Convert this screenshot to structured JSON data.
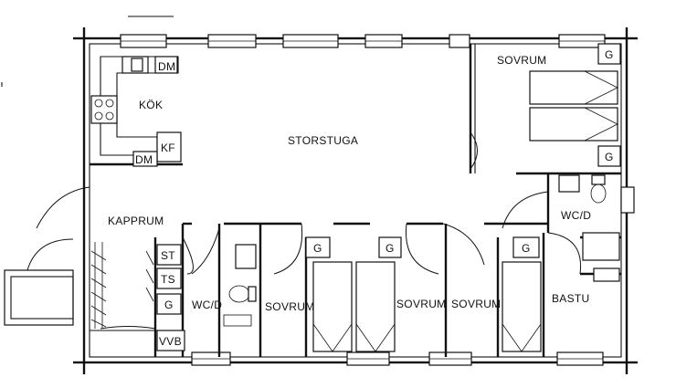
{
  "rooms": {
    "storstuga": "STORSTUGA",
    "kok": "KÖK",
    "kapprum": "KAPPRUM",
    "sovrum_ne": "SOVRUM",
    "sovrum_a": "SOVRUM",
    "sovrum_b": "SOVRUM",
    "sovrum_c": "SOVRUM",
    "wc_west": "WC/D",
    "wc_east": "WC/D",
    "bastu": "BASTU"
  },
  "fixtures": {
    "dm_top": "DM",
    "dm_bottom": "DM",
    "kf": "KF",
    "st": "ST",
    "ts": "TS",
    "g_kapprum": "G",
    "vvb": "VVB",
    "g_ne_top": "G",
    "g_ne_bottom": "G",
    "g_a": "G",
    "g_b": "G",
    "g_c": "G"
  },
  "colors": {
    "ink": "#111111",
    "paper": "#ffffff"
  }
}
